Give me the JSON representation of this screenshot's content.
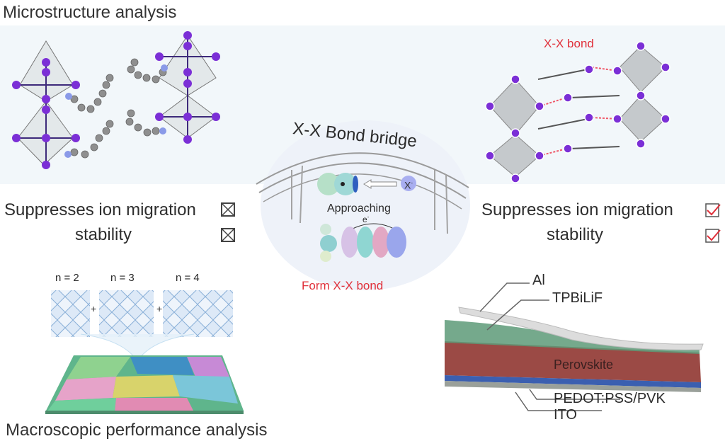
{
  "panels": {
    "top_title": "Microstructure analysis",
    "bottom_title": "Macroscopic performance analysis"
  },
  "center": {
    "bridge_label": "X-X Bond bridge",
    "halogen_label": "X",
    "halogen_charge": "-",
    "approaching_label": "Approaching",
    "electron_label": "e",
    "electron_sup": "-",
    "form_label": "Form X-X bond"
  },
  "right_top": {
    "bond_label": "X-X bond"
  },
  "left_props": {
    "items": [
      {
        "label": "Suppresses ion migration",
        "status": "unchecked-cross"
      },
      {
        "label": "stability",
        "status": "unchecked-cross"
      }
    ]
  },
  "right_props": {
    "items": [
      {
        "label": "Suppresses ion migration",
        "status": "checked"
      },
      {
        "label": "stability",
        "status": "checked"
      }
    ]
  },
  "phases": {
    "labels": [
      "n = 2",
      "n = 3",
      "n = 4"
    ],
    "joiner": "+"
  },
  "device_layers": {
    "labels": [
      "Al",
      "TPBiLiF",
      "Perovskite",
      "PEDOT:PSS/PVK",
      "ITO"
    ]
  },
  "colors": {
    "accent_red": "#e0303a",
    "iodine_purple": "#7b2fd6",
    "carbon_gray": "#8a8a8a",
    "nitrogen_blue": "#8a9ae8",
    "perovskite_red": "#9b4a45",
    "tpbi_green": "#5d9a78",
    "al_gray": "#dcdcdc",
    "pedot_blue": "#3b5fb0"
  }
}
